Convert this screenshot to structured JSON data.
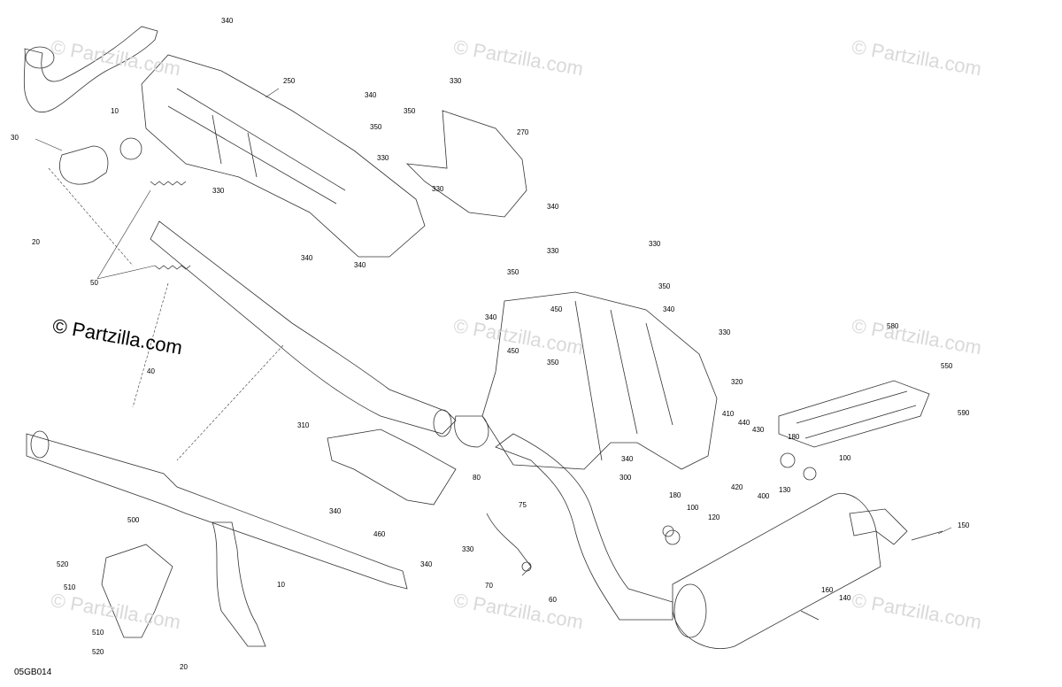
{
  "diagram": {
    "code": "05GB014",
    "brand_watermark": "© Partzilla.com",
    "part_labels": [
      "340",
      "250",
      "30",
      "10",
      "340",
      "350",
      "330",
      "350",
      "270",
      "330",
      "330",
      "20",
      "330",
      "340",
      "340",
      "340",
      "50",
      "330",
      "350",
      "330",
      "350",
      "340",
      "340",
      "450",
      "450",
      "350",
      "330",
      "320",
      "580",
      "550",
      "590",
      "410",
      "440",
      "430",
      "180",
      "100",
      "130",
      "400",
      "420",
      "310",
      "300",
      "340",
      "80",
      "340",
      "460",
      "340",
      "330",
      "75",
      "180",
      "100",
      "120",
      "150",
      "500",
      "520",
      "510",
      "510",
      "520",
      "20",
      "10",
      "70",
      "60",
      "160",
      "140",
      "40"
    ]
  }
}
